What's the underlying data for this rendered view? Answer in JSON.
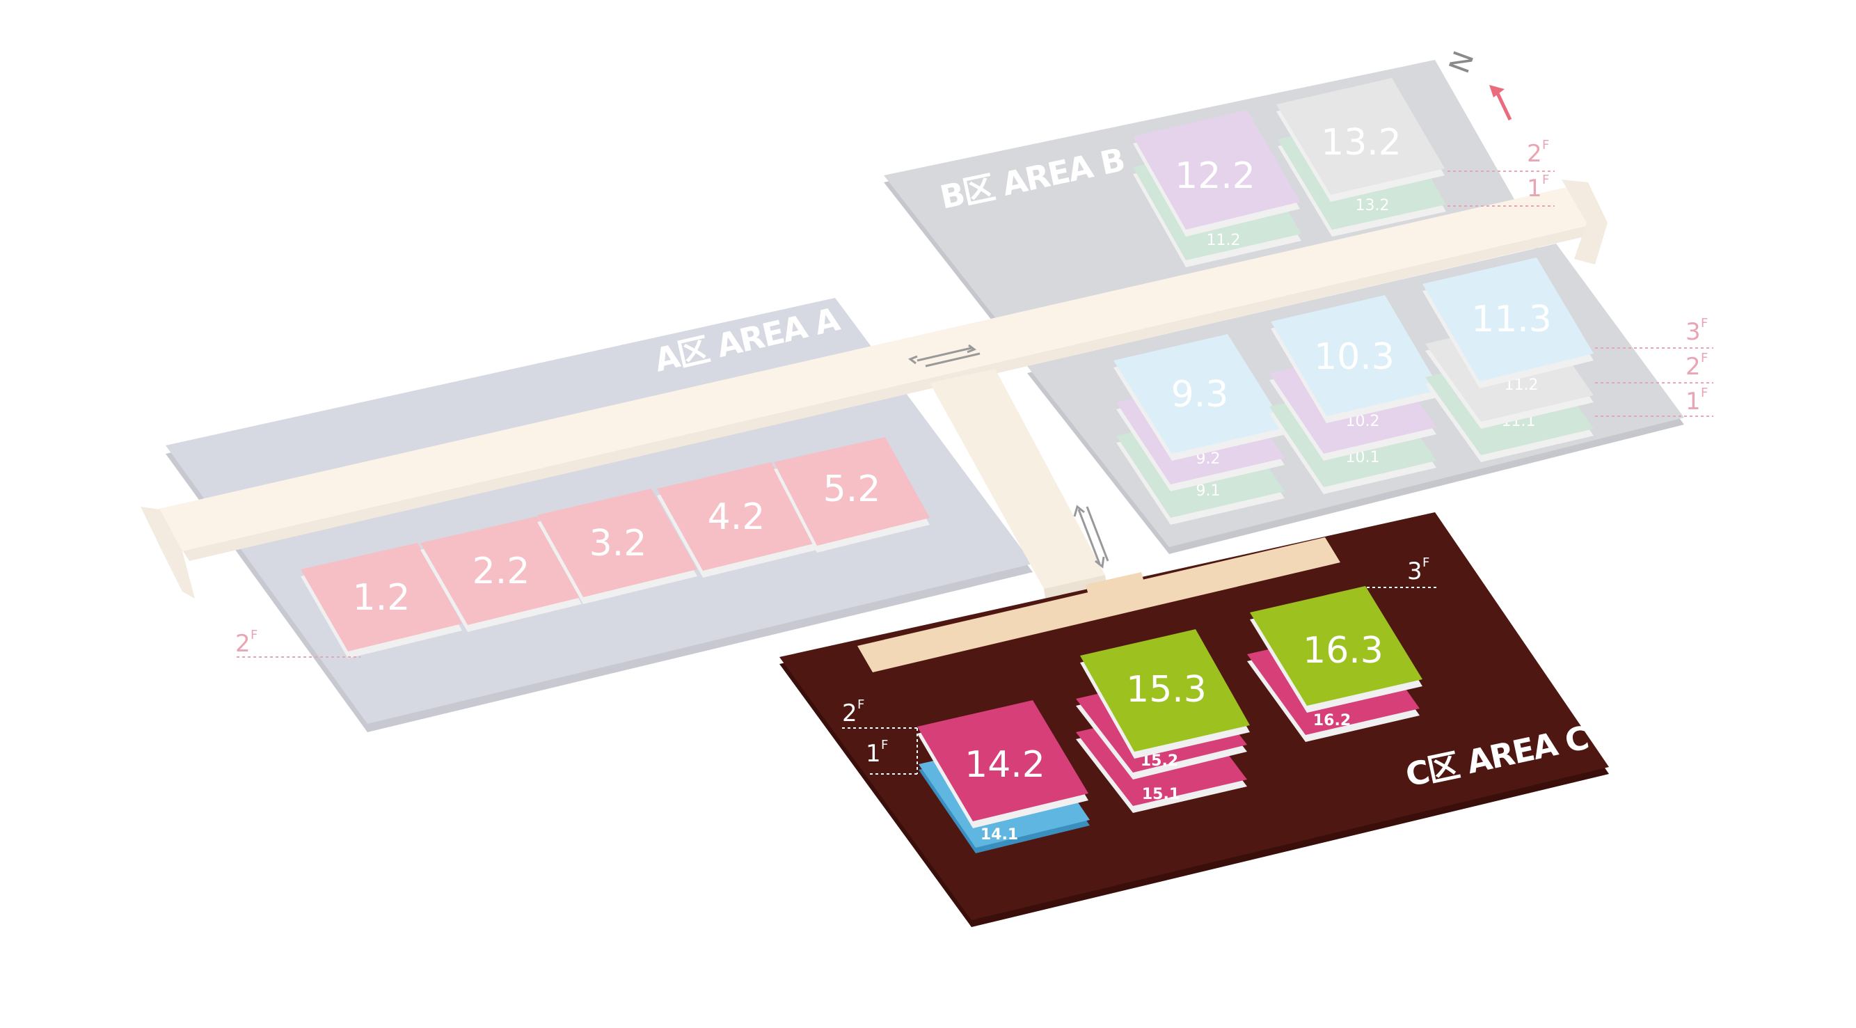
{
  "map": {
    "north_label": "N",
    "areas": {
      "a": {
        "label": "A区 AREA A"
      },
      "b": {
        "label": "B区 AREA B"
      },
      "c": {
        "label": "C区 AREA C"
      }
    },
    "floor_sup": "F",
    "floor_markers": {
      "a_2f": "2",
      "b_2f": "2",
      "b_1f": "1",
      "b2_3f": "3",
      "b2_2f": "2",
      "b2_1f": "1",
      "c_3f": "3",
      "c_2f": "2",
      "c_1f": "1"
    },
    "halls": {
      "h1_2": "1.2",
      "h2_2": "2.2",
      "h3_2": "3.2",
      "h4_2": "4.2",
      "h5_2": "5.2",
      "h11_2b": "11.2",
      "h12_2": "12.2",
      "h13_2": "13.2",
      "h13_2s": "13.2",
      "h9_1": "9.1",
      "h9_2": "9.2",
      "h9_3": "9.3",
      "h10_1": "10.1",
      "h10_2": "10.2",
      "h10_3": "10.3",
      "h11_1": "11.1",
      "h11_2": "11.2",
      "h11_3": "11.3",
      "h14_1": "14.1",
      "h14_2": "14.2",
      "h15_1": "15.1",
      "h15_2": "15.2",
      "h15_3": "15.3",
      "h16_2": "16.2",
      "h16_3": "16.3"
    },
    "colors": {
      "area_c_floor": "#4f1712",
      "highlight_pink": "#d63f78",
      "highlight_green": "#9dc21f",
      "highlight_blue": "#5fb6e0",
      "faded_pink": "#f6bfc6",
      "faded_purple": "#e5d3ec",
      "faded_green": "#cfe6d8",
      "faded_gray": "#e6e6e6",
      "faded_blue": "#dceff8",
      "area_gray": "#d6d8e2",
      "corridor": "#fbf3e8",
      "floor_marker_pink": "#e8a6b4",
      "north_arrow": "#ea6b7c"
    }
  }
}
